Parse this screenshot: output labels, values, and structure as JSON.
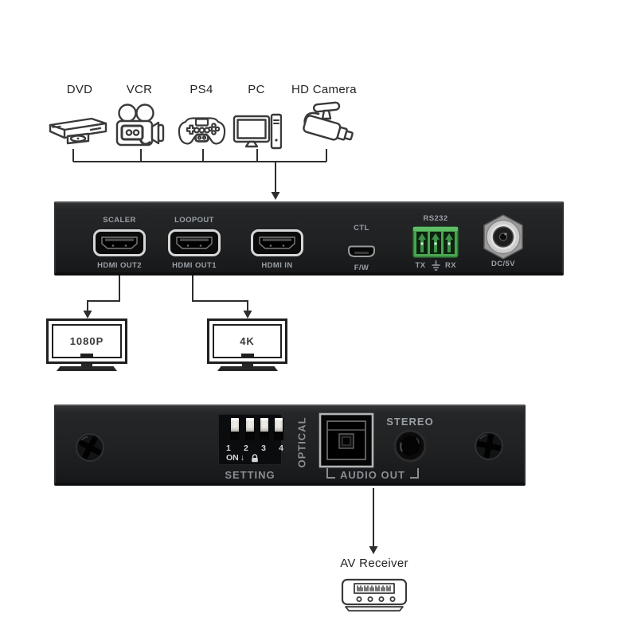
{
  "sources": {
    "items": [
      {
        "label": "DVD"
      },
      {
        "label": "VCR"
      },
      {
        "label": "PS4"
      },
      {
        "label": "PC"
      },
      {
        "label": "HD Camera"
      }
    ]
  },
  "front_panel": {
    "hdmi_ports": [
      {
        "label_top": "SCALER",
        "label_bottom": "HDMI OUT2"
      },
      {
        "label_top": "LOOPOUT",
        "label_bottom": "HDMI OUT1"
      },
      {
        "label_bottom": "HDMI IN"
      }
    ],
    "usb_label_top": "CTL",
    "usb_label_bottom": "F/W",
    "rs232_label": "RS232",
    "rs232_tx": "TX",
    "rs232_rx": "RX",
    "power_label": "DC/5V"
  },
  "displays": [
    {
      "label": "1080P"
    },
    {
      "label": "4K"
    }
  ],
  "rear_panel": {
    "dip_numbers": [
      "1",
      "2",
      "3",
      "4"
    ],
    "dip_on": "ON",
    "dip_arrow": "↓",
    "dip_setting": "SETTING",
    "optical_label": "OPTICAL",
    "stereo_label": "STEREO",
    "audio_out_label": "AUDIO OUT"
  },
  "receiver": {
    "label": "AV Receiver"
  },
  "colors": {
    "panel": "#1f2123",
    "panel_text": "#9aa0a6",
    "terminal_green": "#4aa551",
    "line": "#2e2e2e"
  }
}
